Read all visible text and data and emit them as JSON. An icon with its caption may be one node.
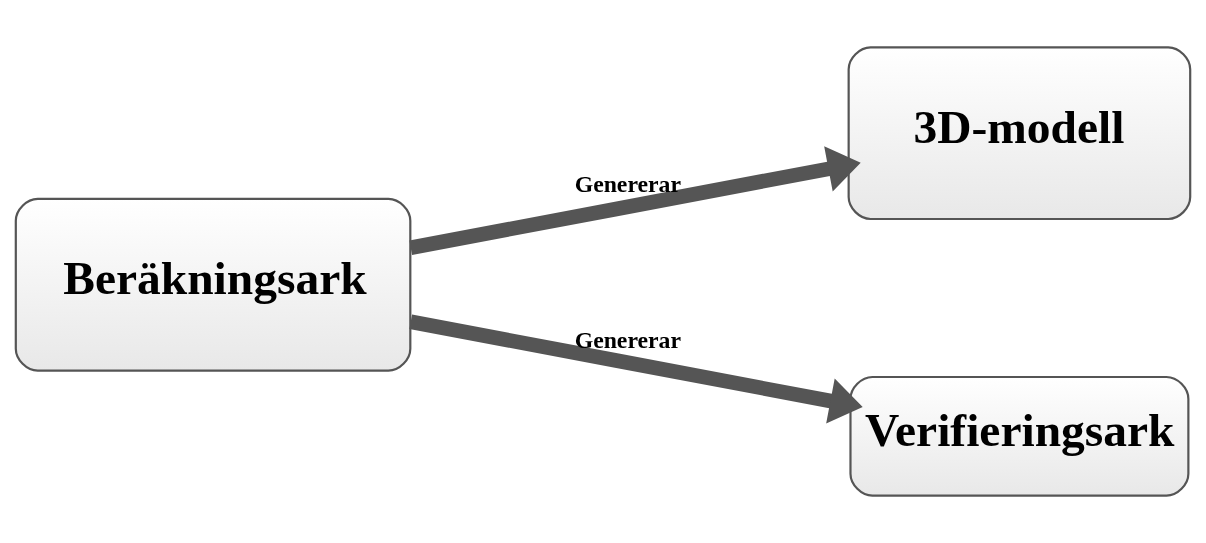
{
  "diagram": {
    "nodes": [
      {
        "text": [
          "Beräkningsark"
        ]
      },
      {
        "text": [
          "3D-modell"
        ]
      },
      {
        "text": [
          "Verifieringsark"
        ]
      }
    ],
    "edges": [
      {
        "from": 0,
        "to": 1,
        "arrow": "to",
        "label": "Genererar"
      },
      {
        "from": 0,
        "to": 2,
        "arrow": "to",
        "label": "Genererar"
      }
    ]
  }
}
